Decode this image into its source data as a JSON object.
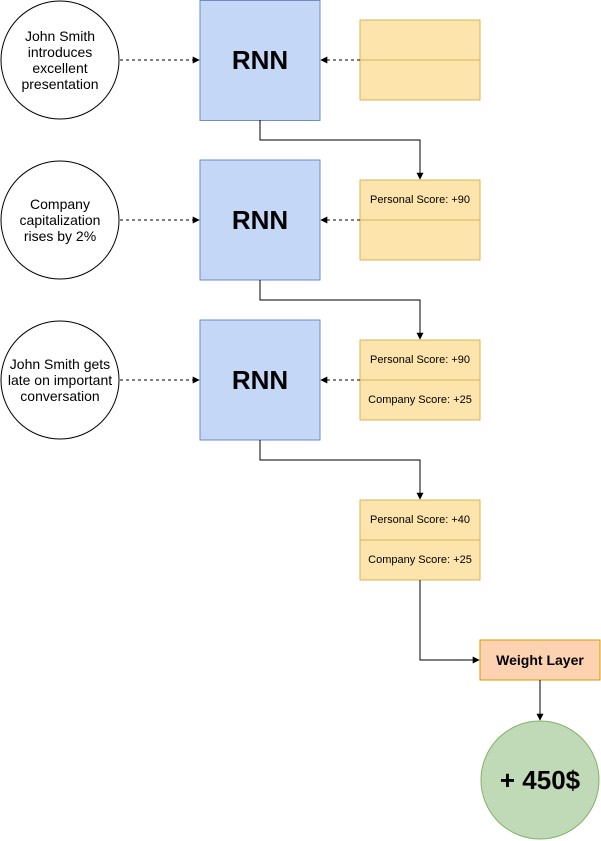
{
  "colors": {
    "rnn_fill": "#c5d7f7",
    "rnn_stroke": "#6d8ebf",
    "state_fill": "#fde3ac",
    "state_stroke": "#d6b656",
    "weight_fill": "#fdd2b1",
    "weight_stroke": "#d79b00",
    "output_fill": "#c0d9b7",
    "output_stroke": "#82b366"
  },
  "events": [
    {
      "text": "John Smith introduces excellent presentation"
    },
    {
      "text": "Company capitalization rises by 2%"
    },
    {
      "text": "John Smith gets late on important conversation"
    }
  ],
  "rnn": [
    {
      "label": "RNN"
    },
    {
      "label": "RNN"
    },
    {
      "label": "RNN"
    }
  ],
  "states": [
    {
      "top": "",
      "bottom": ""
    },
    {
      "top": "Personal Score: +90",
      "bottom": ""
    },
    {
      "top": "Personal Score: +90",
      "bottom": "Company Score: +25"
    },
    {
      "top": "Personal Score: +40",
      "bottom": "Company Score: +25"
    }
  ],
  "weight_layer": {
    "label": "Weight Layer"
  },
  "output": {
    "label": "+ 450$"
  }
}
